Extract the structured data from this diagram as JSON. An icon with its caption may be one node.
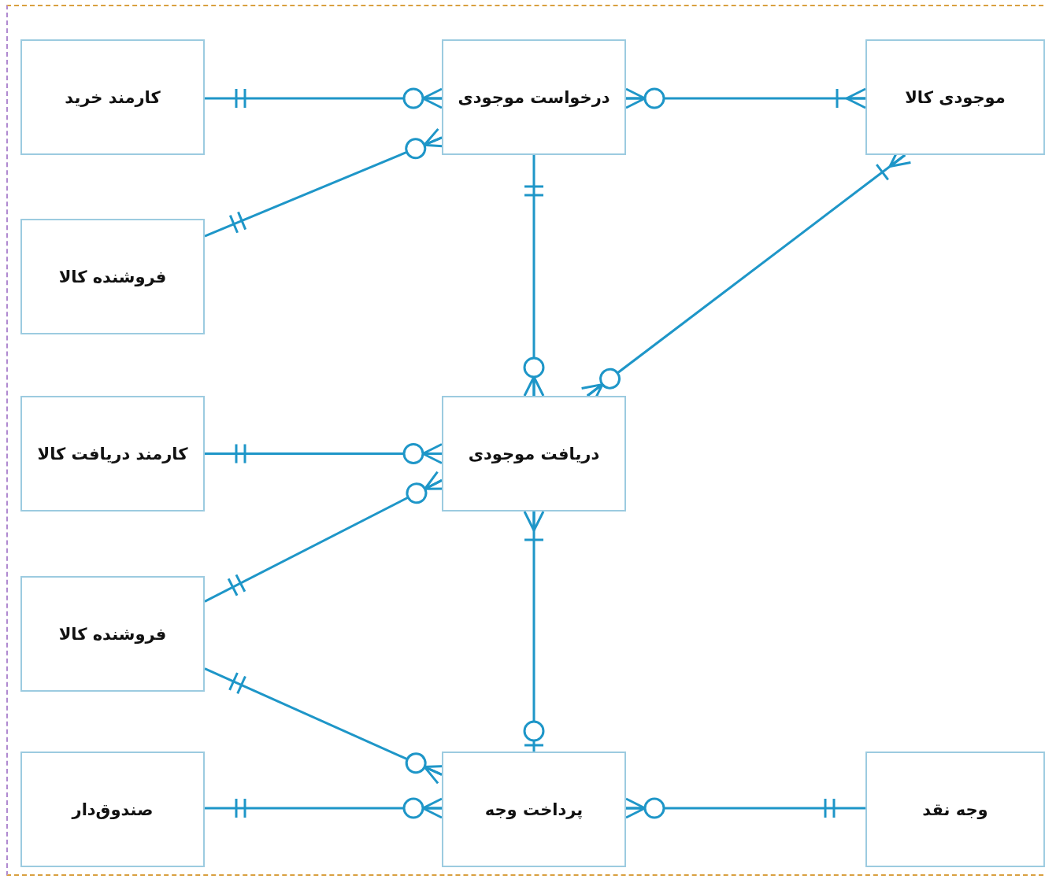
{
  "diagram": {
    "nodes": [
      {
        "text": [
          "کارمند خرید"
        ]
      },
      {
        "text": [
          "درخواست موجودی"
        ]
      },
      {
        "text": [
          "موجودی کالا"
        ]
      },
      {
        "text": [
          "فروشنده کالا"
        ]
      },
      {
        "text": [
          "کارمند دریافت کالا"
        ]
      },
      {
        "text": [
          "دریافت موجودی"
        ]
      },
      {
        "text": [
          "فروشنده کالا"
        ]
      },
      {
        "text": [
          "صندوق‌دار"
        ]
      },
      {
        "text": [
          "پرداخت وجه"
        ]
      },
      {
        "text": [
          "وجه نقد"
        ]
      }
    ],
    "edges": [
      {
        "from": 0,
        "to": 1,
        "arrow": "other"
      },
      {
        "from": 3,
        "to": 1,
        "arrow": "other"
      },
      {
        "from": 1,
        "to": 2,
        "arrow": "other"
      },
      {
        "from": 1,
        "to": 5,
        "arrow": "other"
      },
      {
        "from": 2,
        "to": 5,
        "arrow": "other"
      },
      {
        "from": 4,
        "to": 5,
        "arrow": "other"
      },
      {
        "from": 6,
        "to": 5,
        "arrow": "other"
      },
      {
        "from": 5,
        "to": 8,
        "arrow": "other"
      },
      {
        "from": 6,
        "to": 8,
        "arrow": "other"
      },
      {
        "from": 7,
        "to": 8,
        "arrow": "other"
      },
      {
        "from": 8,
        "to": 9,
        "arrow": "other"
      }
    ]
  }
}
